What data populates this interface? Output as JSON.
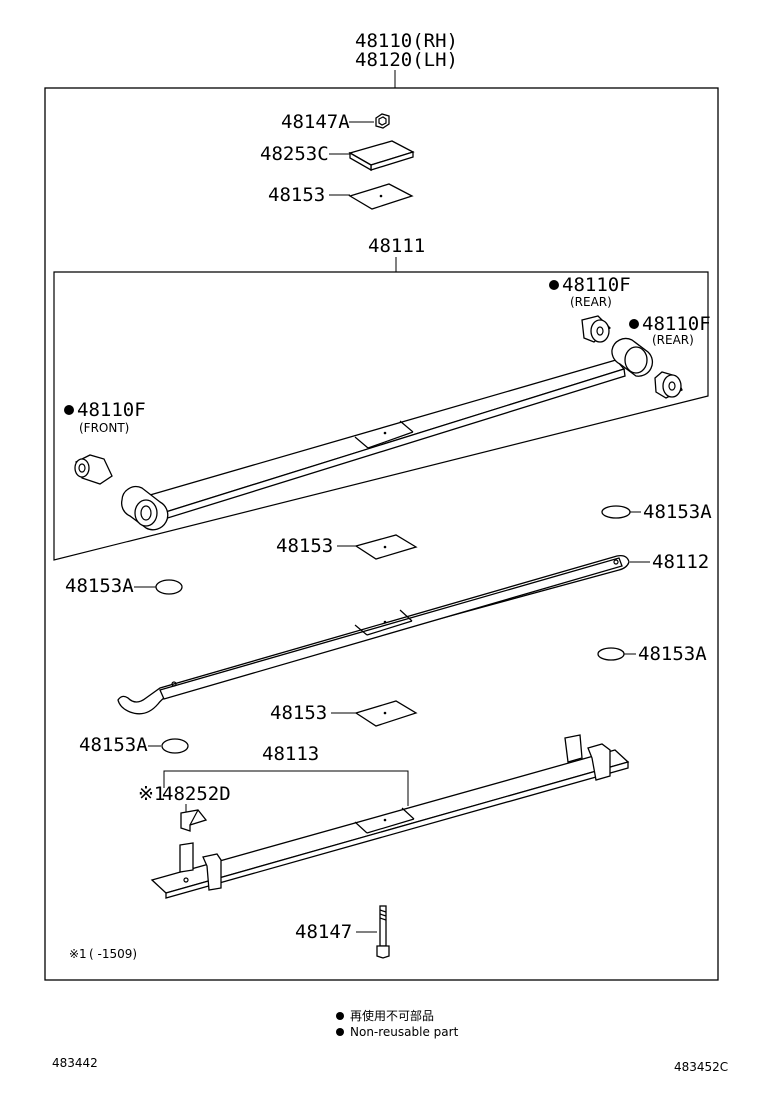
{
  "title": {
    "rh": "48110(RH)",
    "lh": "48120(LH)"
  },
  "labels": {
    "p48147A": "48147A",
    "p48253C": "48253C",
    "p48153_top": "48153",
    "p48111": "48111",
    "p48110F_rear1": "48110F",
    "rear1_note": "(REAR)",
    "p48110F_rear2": "48110F",
    "rear2_note": "(REAR)",
    "p48110F_front": "48110F",
    "front_note": "(FRONT)",
    "p48153A_right1": "48153A",
    "p48153_mid": "48153",
    "p48153A_left1": "48153A",
    "p48112": "48112",
    "p48153A_right2": "48153A",
    "p48153_low": "48153",
    "p48153A_left2": "48153A",
    "p48113": "48113",
    "p48252D_mark": "※1",
    "p48252D": "48252D",
    "p48147": "48147",
    "footnote_mark": "※1",
    "footnote_range": "(      -1509)"
  },
  "legend": {
    "line1": "再使用不可部品",
    "line2": "Non-reusable part"
  },
  "footer": {
    "left_code": "483442",
    "right_code": "483452C"
  },
  "icons": {
    "non_reusable_marker": "filled-circle-icon"
  }
}
